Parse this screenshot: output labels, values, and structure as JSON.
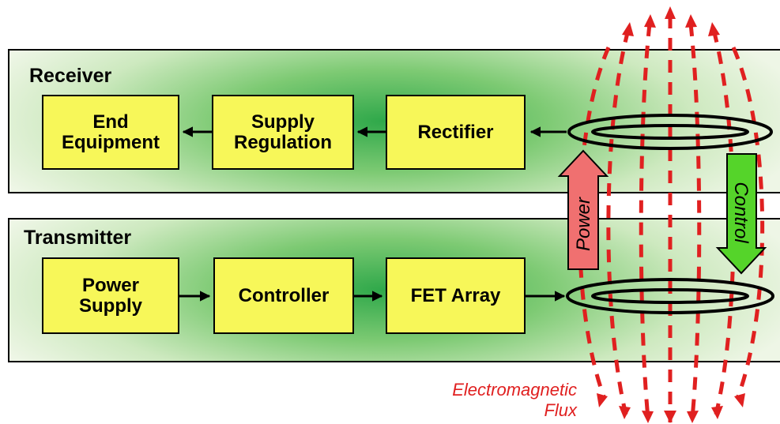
{
  "receiver": {
    "title": "Receiver",
    "blocks": [
      "End\nEquipment",
      "Supply\nRegulation",
      "Rectifier"
    ]
  },
  "transmitter": {
    "title": "Transmitter",
    "blocks": [
      "Power\nSupply",
      "Controller",
      "FET Array"
    ]
  },
  "arrows": {
    "power": "Power",
    "control": "Control"
  },
  "flux": {
    "line1": "Electromagnetic",
    "line2": "Flux"
  },
  "colors": {
    "block_fill": "#f7f759",
    "panel_center": "#2fa84a",
    "power_arrow": "#f07070",
    "control_arrow": "#55d42a",
    "flux_lines": "#e02020"
  }
}
